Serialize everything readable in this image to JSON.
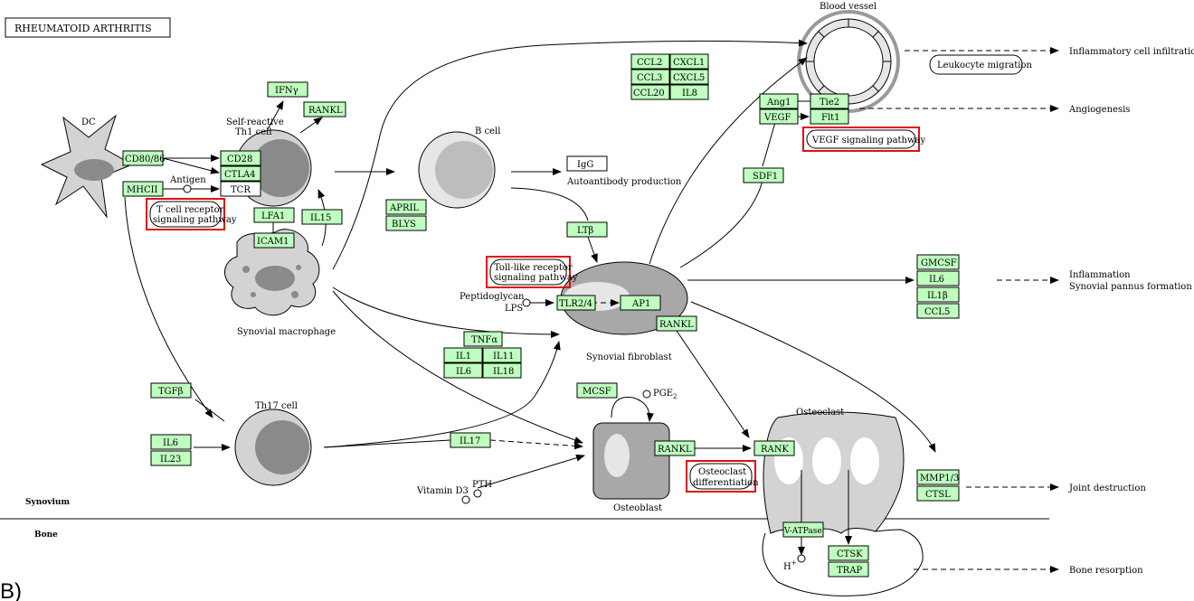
{
  "title": "RHEUMATOID ARTHRITIS",
  "panel_label": "B)",
  "regions": {
    "synovium": "Synovium",
    "bone": "Bone"
  },
  "cells": {
    "dc": "DC",
    "th1_l1": "Self-reactive",
    "th1_l2": "Th1 cell",
    "bcell": "B cell",
    "macrophage": "Synovial macrophage",
    "fibroblast": "Synovial fibroblast",
    "th17": "Th17 cell",
    "osteoblast": "Osteoblast",
    "osteoclast": "Osteoclast",
    "vessel": "Blood vessel"
  },
  "labels": {
    "antigen": "Antigen",
    "autoantibody": "Autoantibody production",
    "peptidoglycan": "Peptidoglycan",
    "lps": "LPS",
    "vitd3": "Vitamin D3",
    "pth": "PTH",
    "pge2": "PGE",
    "pge2_sub": "2",
    "hplus": "H",
    "hplus_sup": "+"
  },
  "outcomes": {
    "infiltration": "Inflammatory cell infiltration",
    "angiogenesis": "Angiogenesis",
    "inflammation": "Inflammation",
    "pannus": "Synovial pannus formation",
    "joint": "Joint destruction",
    "resorption": "Bone resorption"
  },
  "ovals": {
    "leukocyte": "Leukocyte migration"
  },
  "pathways": {
    "tcr_1": "T cell receptor",
    "tcr_2": "signaling pathway",
    "tlr_1": "Toll-like receptor",
    "tlr_2": "signaling pathway",
    "vegf": "VEGF signaling pathway",
    "oc_1": "Osteoclast",
    "oc_2": "differentiation"
  },
  "white_boxes": {
    "tcr": "TCR",
    "igg": "IgG"
  },
  "genes": {
    "cd8086": "CD80/86",
    "mhcii": "MHCII",
    "cd28": "CD28",
    "ctla4": "CTLA4",
    "ifng": "IFNγ",
    "rankl_th1": "RANKL",
    "lfa1": "LFA1",
    "icam1": "ICAM1",
    "il15": "IL15",
    "april": "APRIL",
    "blys": "BLYS",
    "ltb": "LTβ",
    "ccl2": "CCL2",
    "cxcl1": "CXCL1",
    "ccl3": "CCL3",
    "cxcl5": "CXCL5",
    "ccl20": "CCL20",
    "il8": "IL8",
    "ang1": "Ang1",
    "tie2": "Tie2",
    "vegf": "VEGF",
    "flt1": "Flt1",
    "sdf1": "SDF1",
    "tlr24": "TLR2/4",
    "ap1": "AP1",
    "rankl_fib": "RANKL",
    "gmcsf": "GMCSF",
    "il6_r": "IL6",
    "il1b_r": "IL1β",
    "ccl5_r": "CCL5",
    "tnfa": "TNFα",
    "il1": "IL1",
    "il11": "IL11",
    "il6_m": "IL6",
    "il18": "IL18",
    "tgfb": "TGFβ",
    "il6_t": "IL6",
    "il23": "IL23",
    "il17": "IL17",
    "mcsf": "MCSF",
    "rankl_ob": "RANKL",
    "rank": "RANK",
    "vatpase": "V-ATPase",
    "ctsk": "CTSK",
    "trap": "TRAP",
    "mmp13": "MMP1/3",
    "ctsl": "CTSL"
  }
}
